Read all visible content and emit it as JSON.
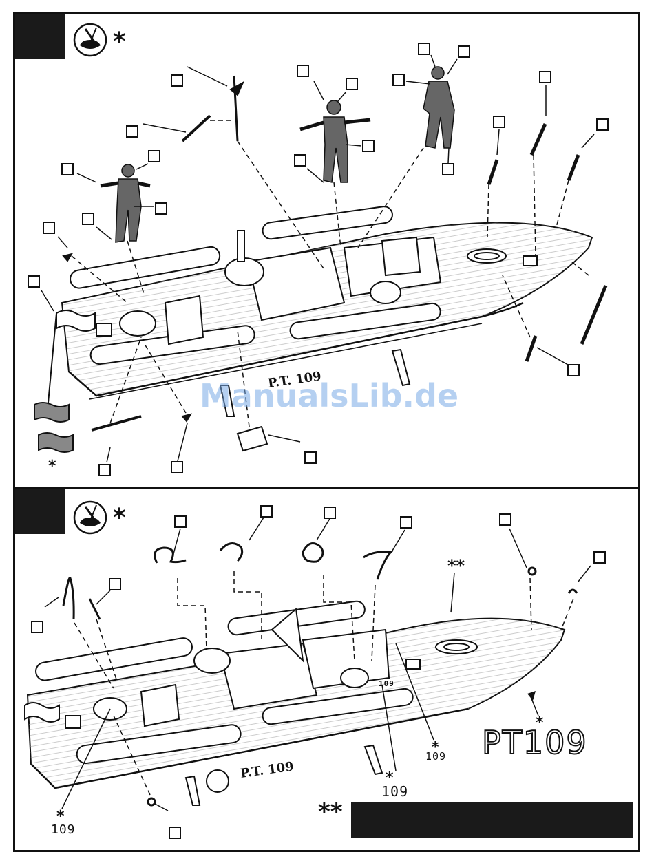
{
  "watermark": "ManualsLib.de",
  "steps": [
    {
      "paint_icon": "paint-brush-icon",
      "star": "*",
      "hull_label": "P.T. 109",
      "flag_star": "*"
    },
    {
      "paint_icon": "paint-brush-icon",
      "star": "*",
      "hull_label": "P.T. 109",
      "double_star": "**",
      "decal_star_a": "*",
      "decal_a": "109",
      "decal_star_b": "*",
      "decal_b": "109",
      "decal_star_c": "*",
      "decal_c": "109",
      "decal_star_d": "*",
      "decal_d": "109",
      "decal_star_e": "*",
      "title": "PT109",
      "footnote_stars": "**"
    }
  ],
  "colors": {
    "ink": "#111111",
    "step_box": "#1a1a1a",
    "watermark": "#78aae6"
  }
}
